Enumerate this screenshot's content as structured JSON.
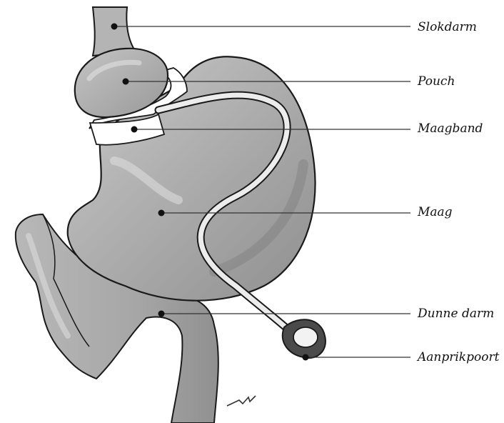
{
  "labels": {
    "slokdarm": "Slokdarm",
    "pouch": "Pouch",
    "maagband": "Maagband",
    "maag": "Maag",
    "dunne_darm": "Dunne darm",
    "aanprikpoort": "Aanprikpoort"
  },
  "colors": {
    "organ_fill": "#a9a9a9",
    "organ_light": "#c8c8c8",
    "organ_dark": "#8a8a8a",
    "band_fill": "#ffffff",
    "tube_fill": "#ececec",
    "port_dark": "#4a4a4a",
    "outline": "#1a1a1a",
    "leader_line": "#333333"
  }
}
